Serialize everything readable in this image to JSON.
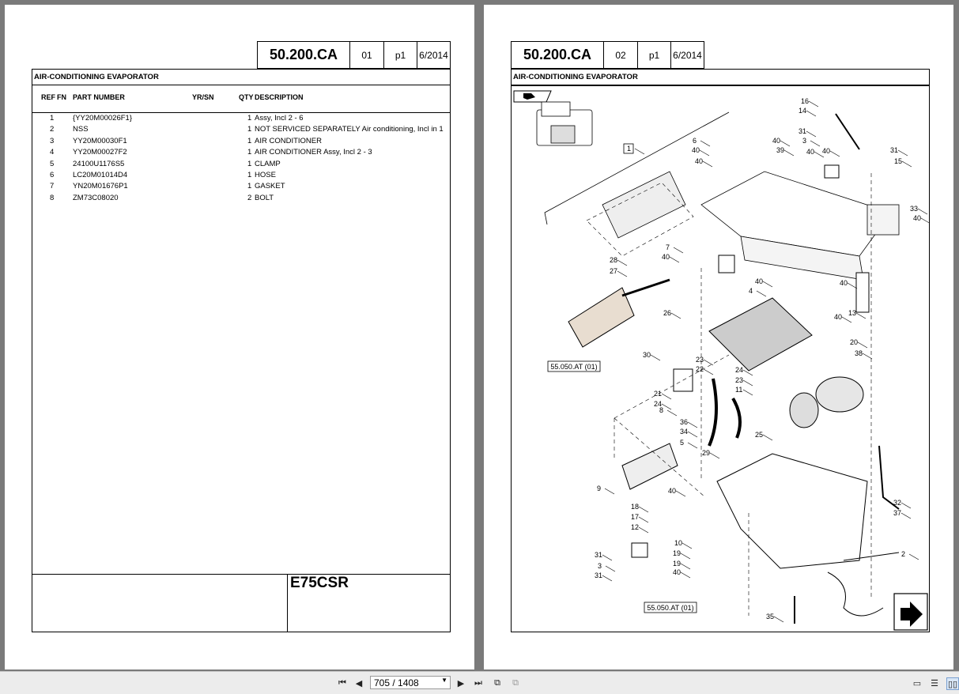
{
  "left_page": {
    "code": "50.200.CA",
    "sheet": "01",
    "page": "p1",
    "date": "6/2014",
    "title": "AIR-CONDITIONING EVAPORATOR",
    "columns": {
      "ref": "REF",
      "fn": "FN",
      "part_number": "PART NUMBER",
      "yrsn": "YR/SN",
      "qty": "QTY",
      "description": "DESCRIPTION"
    },
    "rows": [
      {
        "ref": "1",
        "part": "{YY20M00026F1}",
        "qty": "1",
        "desc": "Assy, Incl 2 - 6"
      },
      {
        "ref": "2",
        "part": "NSS",
        "qty": "1",
        "desc": "NOT SERVICED SEPARATELY  Air conditioning, Incl in 1"
      },
      {
        "ref": "3",
        "part": "YY20M00030F1",
        "qty": "1",
        "desc": "AIR CONDITIONER"
      },
      {
        "ref": "4",
        "part": "YY20M00027F2",
        "qty": "1",
        "desc": "AIR CONDITIONER  Assy, Incl 2 - 3"
      },
      {
        "ref": "5",
        "part": "24100U1176S5",
        "qty": "1",
        "desc": "CLAMP"
      },
      {
        "ref": "6",
        "part": "LC20M01014D4",
        "qty": "1",
        "desc": "HOSE"
      },
      {
        "ref": "7",
        "part": "YN20M01676P1",
        "qty": "1",
        "desc": "GASKET"
      },
      {
        "ref": "8",
        "part": "ZM73C08020",
        "qty": "2",
        "desc": "BOLT"
      }
    ],
    "model": "E75CSR"
  },
  "right_page": {
    "code": "50.200.CA",
    "sheet": "02",
    "page": "p1",
    "date": "6/2014",
    "title": "AIR-CONDITIONING EVAPORATOR",
    "ref_labels": [
      "55.050.AT (01)",
      "55.050.AT (01)"
    ],
    "callouts": [
      "16",
      "14",
      "31",
      "3",
      "40",
      "31",
      "15",
      "40",
      "39",
      "40",
      "40",
      "6",
      "40",
      "1",
      "33",
      "40",
      "7",
      "40",
      "40",
      "28",
      "27",
      "4",
      "40",
      "40",
      "13",
      "26",
      "30",
      "20",
      "23",
      "22",
      "24",
      "23",
      "11",
      "38",
      "21",
      "24",
      "8",
      "36",
      "34",
      "5",
      "29",
      "25",
      "9",
      "40",
      "18",
      "17",
      "12",
      "10",
      "19",
      "19",
      "40",
      "31",
      "3",
      "31",
      "32",
      "37",
      "2",
      "35"
    ]
  },
  "toolbar": {
    "page_indicator": "705 / 1408"
  }
}
